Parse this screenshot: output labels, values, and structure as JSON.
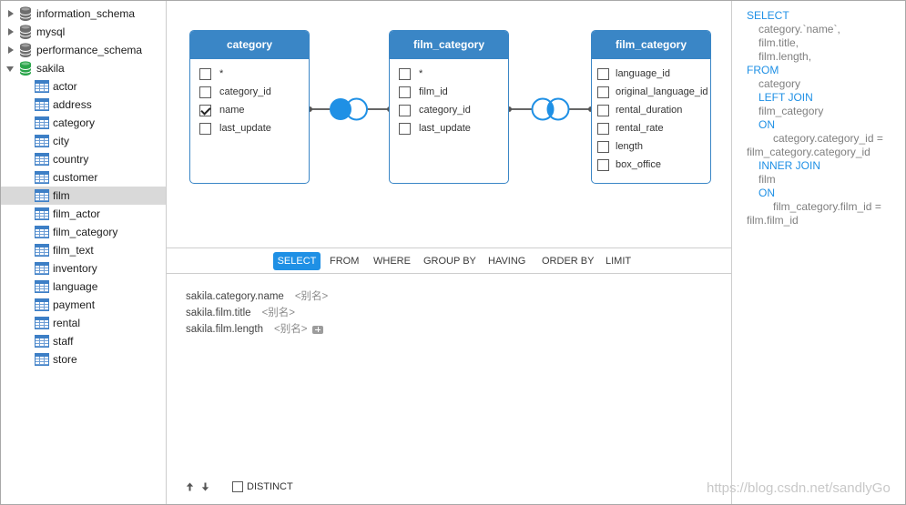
{
  "sidebar": {
    "databases": [
      {
        "name": "information_schema",
        "expanded": false
      },
      {
        "name": "mysql",
        "expanded": false
      },
      {
        "name": "performance_schema",
        "expanded": false
      },
      {
        "name": "sakila",
        "expanded": true
      }
    ],
    "tables": [
      {
        "name": "actor"
      },
      {
        "name": "address"
      },
      {
        "name": "category"
      },
      {
        "name": "city"
      },
      {
        "name": "country"
      },
      {
        "name": "customer"
      },
      {
        "name": "film",
        "selected": true
      },
      {
        "name": "film_actor"
      },
      {
        "name": "film_category"
      },
      {
        "name": "film_text"
      },
      {
        "name": "inventory"
      },
      {
        "name": "language"
      },
      {
        "name": "payment"
      },
      {
        "name": "rental"
      },
      {
        "name": "staff"
      },
      {
        "name": "store"
      }
    ]
  },
  "diagram": {
    "tables": [
      {
        "title": "category",
        "columns": [
          {
            "name": "*",
            "checked": false
          },
          {
            "name": "category_id",
            "checked": false
          },
          {
            "name": "name",
            "checked": true
          },
          {
            "name": "last_update",
            "checked": false
          }
        ]
      },
      {
        "title": "film_category",
        "columns": [
          {
            "name": "*",
            "checked": false
          },
          {
            "name": "film_id",
            "checked": false
          },
          {
            "name": "category_id",
            "checked": false
          },
          {
            "name": "last_update",
            "checked": false
          }
        ]
      },
      {
        "title": "film_category",
        "columns": [
          {
            "name": "language_id",
            "checked": false
          },
          {
            "name": "original_language_id",
            "checked": false
          },
          {
            "name": "rental_duration",
            "checked": false
          },
          {
            "name": "rental_rate",
            "checked": false
          },
          {
            "name": "length",
            "checked": false
          },
          {
            "name": "box_office",
            "checked": false
          }
        ]
      }
    ],
    "joins": [
      {
        "icon": "left-join-venn-icon"
      },
      {
        "icon": "inner-join-venn-icon"
      }
    ]
  },
  "clause_tabs": [
    {
      "label": "SELECT",
      "active": true
    },
    {
      "label": "FROM"
    },
    {
      "label": "WHERE"
    },
    {
      "label": "GROUP BY"
    },
    {
      "label": "HAVING"
    },
    {
      "label": "ORDER BY"
    },
    {
      "label": "LIMIT"
    }
  ],
  "select_fields": [
    {
      "field": "sakila.category.name",
      "alias": "<别名>"
    },
    {
      "field": "sakila.film.title",
      "alias": "<别名>"
    },
    {
      "field": "sakila.film.length",
      "alias": "<别名>"
    }
  ],
  "footer": {
    "distinct_label": "DISTINCT",
    "distinct_checked": false,
    "icons": [
      "move-up-arrow-icon",
      "move-down-arrow-icon"
    ]
  },
  "sql_preview": {
    "lines": [
      "SELECT",
      "category.`name`,",
      "film.title,",
      "film.length,",
      "FROM",
      "category",
      "LEFT JOIN",
      "film_category",
      "ON",
      "category.category_id =",
      "film_category.category_id",
      "INNER JOIN",
      "film",
      "ON",
      "film_category.film_id =",
      "film.film_id"
    ]
  },
  "watermark": "https://blog.csdn.net/sandlyGo",
  "colors": {
    "accent": "#1f90e5",
    "table_header": "#3a86c6",
    "db_icon_active": "#2aa54a",
    "selected_row": "#d9d9d9"
  }
}
